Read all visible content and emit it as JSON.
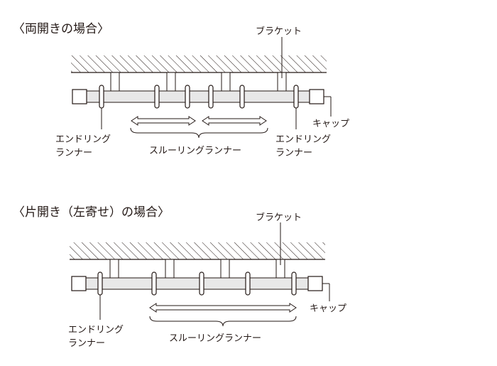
{
  "diagrams": [
    {
      "title": "〈両開きの場合〉",
      "labels": {
        "bracket": "ブラケット",
        "cap": "キャップ",
        "end_runner_line1": "エンドリング",
        "end_runner_line2": "ランナー",
        "through_runner": "スルーリングランナー"
      }
    },
    {
      "title": "〈片開き（左寄せ）の場合〉",
      "labels": {
        "bracket": "ブラケット",
        "cap": "キャップ",
        "end_runner_line1": "エンドリング",
        "end_runner_line2": "ランナー",
        "through_runner": "スルーリングランナー"
      }
    }
  ],
  "colors": {
    "line": "#231815",
    "rail": "#e8e8e8",
    "background": "#ffffff"
  }
}
